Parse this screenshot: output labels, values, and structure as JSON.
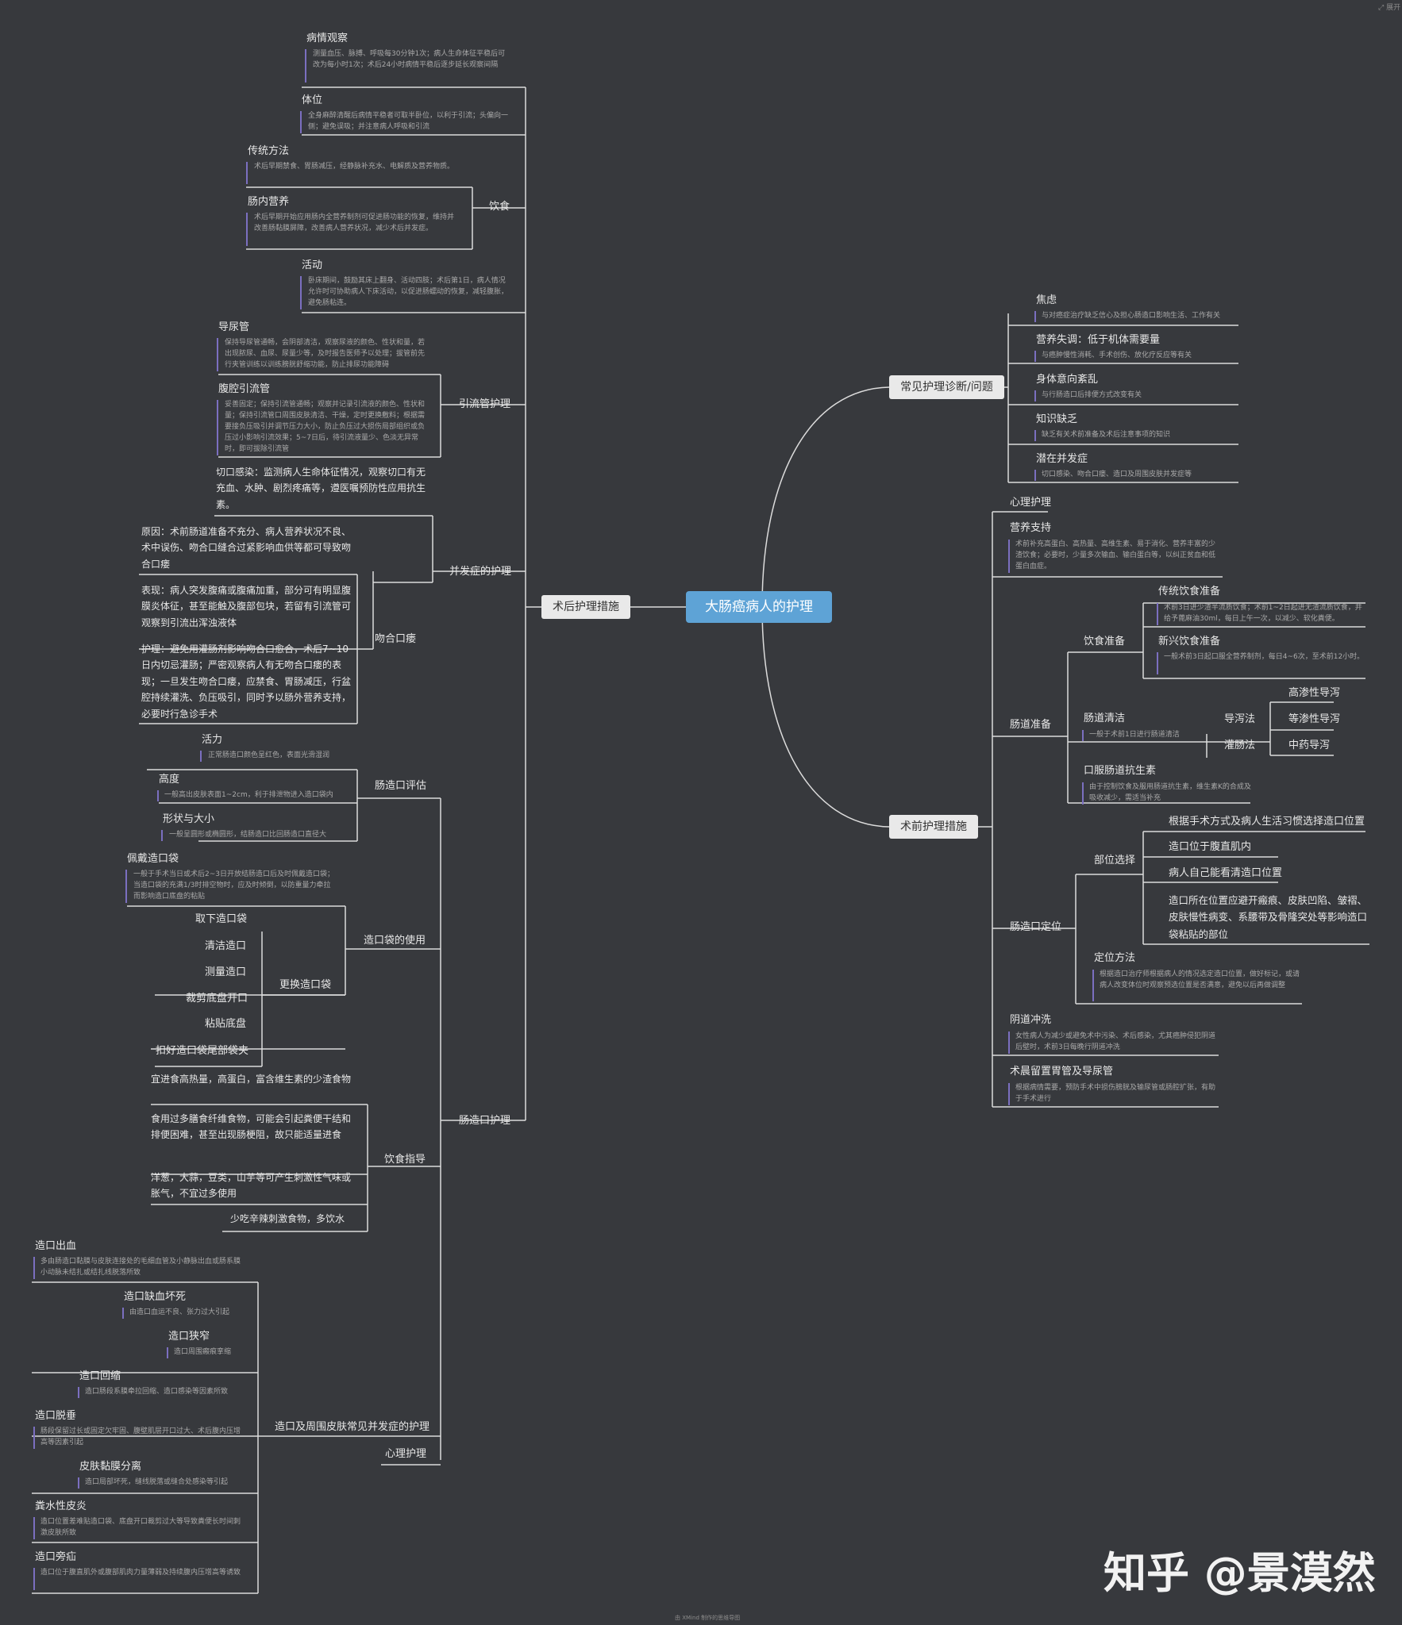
{
  "root": "大肠癌病人的护理",
  "branches": {
    "postop": "术后护理措施",
    "diagnosis": "常见护理诊断/问题",
    "preop": "术前护理措施"
  },
  "diagnosis": [
    {
      "title": "焦虑",
      "desc": "与对癌症治疗缺乏信心及担心肠造口影响生活、工作有关"
    },
    {
      "title": "营养失调：低于机体需要量",
      "desc": "与癌肿慢性消耗、手术创伤、放化疗反应等有关"
    },
    {
      "title": "身体意向紊乱",
      "desc": "与行肠造口后排便方式改变有关"
    },
    {
      "title": "知识缺乏",
      "desc": "缺乏有关术前准备及术后注意事项的知识"
    },
    {
      "title": "潜在并发症",
      "desc": "切口感染、吻合口瘘、造口及周围皮肤并发症等"
    }
  ],
  "preop": {
    "psych": "心理护理",
    "nutrition_title": "营养支持",
    "nutrition_desc": "术前补充高蛋白、高热量、高维生素、易于消化、营养丰富的少渣饮食；必要时，少量多次输血、输白蛋白等，以纠正贫血和低蛋白血症。",
    "bowel_prep": "肠道准备",
    "diet_prep": "饮食准备",
    "trad_diet_title": "传统饮食准备",
    "trad_diet_desc": "术前3日进少渣半流质饮食；术前1~2日起进无渣流质饮食，并给予蓖麻油30ml，每日上午一次，以减少、软化粪便。",
    "new_diet_title": "新兴饮食准备",
    "new_diet_desc": "一般术前3日起口服全营养制剂，每日4~6次，至术前12小时。",
    "cleaning_title": "肠道清洁",
    "cleaning_desc": "一般于术前1日进行肠道清洁",
    "laxative": "导泻法",
    "high_osm": "高渗性导泻",
    "iso_osm": "等渗性导泻",
    "herbal": "中药导泻",
    "enema": "灌肠法",
    "antibiotic_title": "口服肠道抗生素",
    "antibiotic_desc": "由于控制饮食及服用肠道抗生素，维生素K的合成及吸收减少，需适当补充",
    "stoma_pos": "肠造口定位",
    "site_select": "部位选择",
    "site_items": [
      "根据手术方式及病人生活习惯选择造口位置",
      "造口位于腹直肌内",
      "病人自己能看清造口位置",
      "造口所在位置应避开瘢痕、皮肤凹陷、皱褶、皮肤慢性病变、系腰带及骨隆突处等影响造口袋粘贴的部位"
    ],
    "method_title": "定位方法",
    "method_desc": "根据造口治疗师根据病人的情况选定造口位置，做好标记，或请病人改变体位时观察预选位置是否满意，避免以后再做调整",
    "vaginal_title": "阴道冲洗",
    "vaginal_desc": "女性病人为减少或避免术中污染、术后感染，尤其癌肿侵犯阴道后壁时，术前3日每晚行阴道冲洗",
    "tube_title": "术晨留置胃管及导尿管",
    "tube_desc": "根据病情需要，预防手术中损伤膀胱及输尿管或肠腔扩张，有助于手术进行"
  },
  "postop": {
    "observe_title": "病情观察",
    "observe_desc": "测量血压、脉搏、呼吸每30分钟1次；病人生命体征平稳后可改为每小时1次；术后24小时病情平稳后逐步延长观察间隔",
    "position_title": "体位",
    "position_desc": "全身麻醉清醒后病情平稳者可取半卧位，以利于引流；头偏向一侧；避免误吸；并注意病人呼吸和引流",
    "diet": "饮食",
    "diet_trad_title": "传统方法",
    "diet_trad_desc": "术后早期禁食、胃肠减压，经静脉补充水、电解质及营养物质。",
    "diet_ent_title": "肠内营养",
    "diet_ent_desc": "术后早期开始应用肠内全营养制剂可促进肠功能的恢复，维持并改善肠黏膜屏障，改善病人营养状况，减少术后并发症。",
    "activity_title": "活动",
    "activity_desc": "卧床期间，鼓励其床上翻身、活动四肢；术后第1日，病人情况允许时可协助病人下床活动，以促进肠蠕动的恢复，减轻腹胀，避免肠粘连。",
    "drain": "引流管护理",
    "urinary_title": "导尿管",
    "urinary_desc": "保持导尿管通畅，会阴部清洁，观察尿液的颜色、性状和量，若出现脓尿、血尿、尿量少等，及时报告医师予以处理；拔管前先行夹管训练以训练膀胱舒缩功能，防止排尿功能障碍",
    "abd_title": "腹腔引流管",
    "abd_desc": "妥善固定；保持引流管通畅；观察并记录引流液的颜色、性状和量；保持引流管口周围皮肤清洁、干燥，定时更换敷料；根据需要接负压吸引并调节压力大小，防止负压过大损伤局部组织或负压过小影响引流效果；5~7日后，待引流液量少、色淡无异常时，即可拔除引流管",
    "complication": "并发症的护理",
    "infection_text": "切口感染：监测病人生命体征情况，观察切口有无充血、水肿、剧烈疼痛等，遵医嘱预防性应用抗生素。",
    "leak": "吻合口瘘",
    "leak_cause": "原因：术前肠道准备不充分、病人营养状况不良、术中误伤、吻合口缝合过紧影响血供等都可导致吻合口瘘",
    "leak_sign": "表现：病人突发腹痛或腹痛加重，部分可有明显腹膜炎体征，甚至能触及腹部包块，若留有引流管可观察到引流出浑浊液体",
    "leak_care": "护理：避免用灌肠剂影响吻合口愈合，术后7~10日内切忌灌肠；严密观察病人有无吻合口瘘的表现；一旦发生吻合口瘘，应禁食、胃肠减压，行盆腔持续灌洗、负压吸引，同时予以肠外营养支持，必要时行急诊手术",
    "stoma_care": "肠造口护理",
    "stoma_eval": "肠造口评估",
    "vitality_title": "活力",
    "vitality_desc": "正常肠造口颜色呈红色，表面光滑湿润",
    "height_title": "高度",
    "height_desc": "一般高出皮肤表面1~2cm，利于排泄物进入造口袋内",
    "shape_title": "形状与大小",
    "shape_desc": "一般呈圆形或椭圆形，结肠造口比回肠造口直径大",
    "bag_use": "造口袋的使用",
    "wear_title": "佩戴造口袋",
    "wear_desc": "一般于手术当日或术后2~3日开放结肠造口后及时佩戴造口袋；当造口袋的充满1/3时排空物时，应及时倾倒，以防重量力牵拉而影响造口底盘的粘贴",
    "remove": "取下造口袋",
    "change": "更换造口袋",
    "change_steps": [
      "清洁造口",
      "测量造口",
      "裁剪底盘开口",
      "粘贴底盘"
    ],
    "clip": "扣好造口袋尾部袋夹",
    "diet_guide": "饮食指导",
    "dg_items": [
      "宜进食高热量，高蛋白，富含维生素的少渣食物",
      "食用过多膳食纤维食物，可能会引起粪便干结和排便困难，甚至出现肠梗阻，故只能适量进食",
      "洋葱，大蒜，豆类，山芋等可产生刺激性气味或胀气，不宜过多使用",
      "少吃辛辣刺激食物，多饮水"
    ],
    "skin": "造口及周围皮肤常见并发症的护理",
    "psych": "心理护理",
    "skin_items": [
      {
        "title": "造口出血",
        "desc": "多由肠造口黏膜与皮肤连接处的毛细血管及小静脉出血或肠系膜小动脉未结扎或结扎线脱落所致"
      },
      {
        "title": "造口缺血坏死",
        "desc": "由造口血运不良、张力过大引起"
      },
      {
        "title": "造口狭窄",
        "desc": "造口周围瘢痕挛缩"
      },
      {
        "title": "造口回缩",
        "desc": "造口肠段系膜牵拉回缩、造口感染等因素所致"
      },
      {
        "title": "造口脱垂",
        "desc": "肠段保留过长或固定欠牢固、腹壁肌层开口过大、术后腹内压增高等因素引起"
      },
      {
        "title": "皮肤黏膜分离",
        "desc": "造口局部坏死，缝线脱落或缝合处感染等引起"
      },
      {
        "title": "粪水性皮炎",
        "desc": "造口位置差难贴造口袋、底盘开口裁剪过大等导致粪便长时间刺激皮肤所致"
      },
      {
        "title": "造口旁疝",
        "desc": "造口位于腹直肌外或腹部肌肉力量薄弱及持续腹内压增高等诱致"
      }
    ]
  },
  "watermark": "知乎 @景漠然",
  "footer": "由 XMind 制作的思维导图",
  "corner": "展开"
}
